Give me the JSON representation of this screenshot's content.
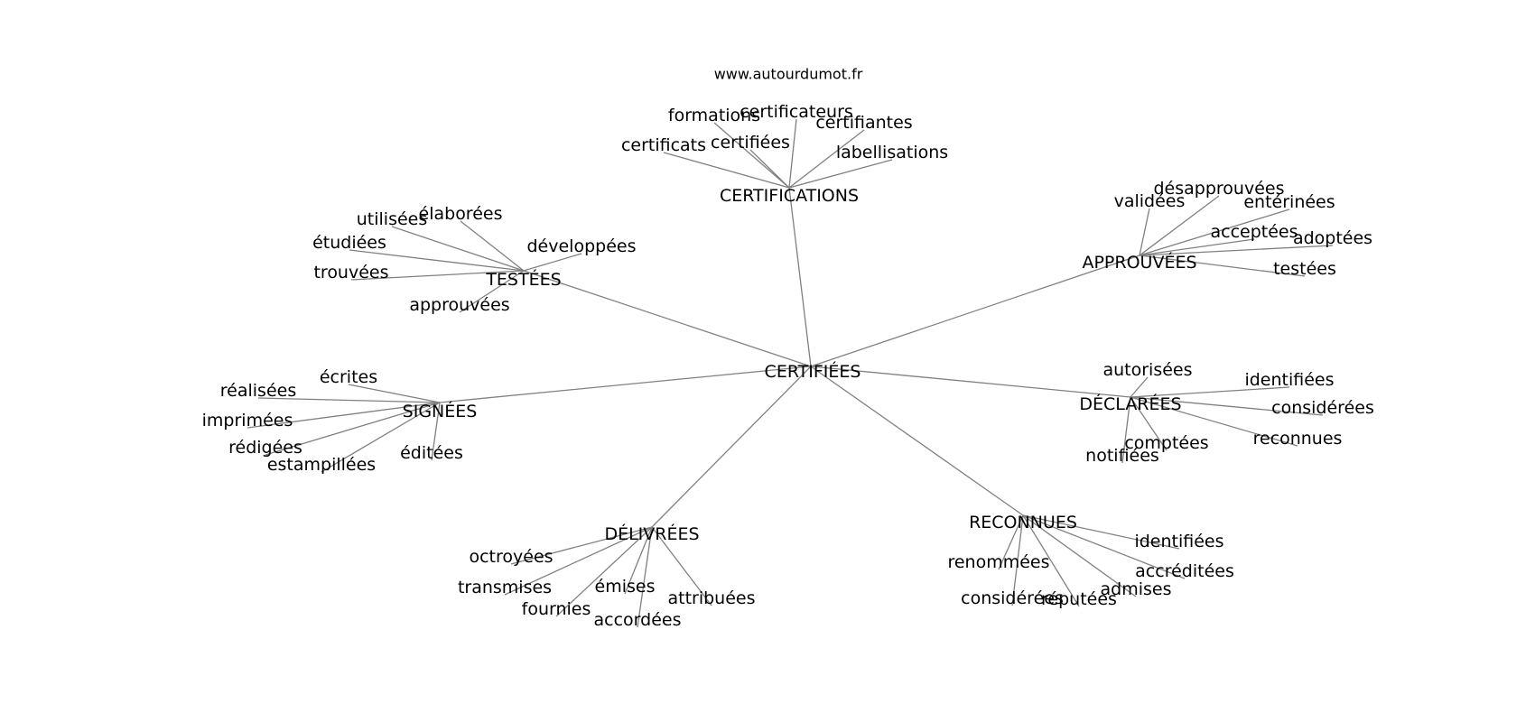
{
  "source": "www.autourdumot.fr",
  "colors": {
    "edge": "#808080",
    "text": "#000000",
    "background": "#ffffff"
  },
  "graph": {
    "center": "CERTIFIÉES",
    "clusters": [
      {
        "label": "CERTIFICATIONS",
        "words": [
          "formations",
          "certificateurs",
          "certifiantes",
          "certificats",
          "certifiées",
          "labellisations"
        ]
      },
      {
        "label": "TESTÉES",
        "words": [
          "utilisées",
          "élaborées",
          "étudiées",
          "développées",
          "trouvées",
          "approuvées"
        ]
      },
      {
        "label": "APPROUVÉES",
        "words": [
          "désapprouvées",
          "validées",
          "entérinées",
          "acceptées",
          "adoptées",
          "testées"
        ]
      },
      {
        "label": "SIGNÉES",
        "words": [
          "écrites",
          "réalisées",
          "imprimées",
          "rédigées",
          "estampillées",
          "éditées"
        ]
      },
      {
        "label": "DÉCLARÉES",
        "words": [
          "autorisées",
          "identifiées",
          "considérées",
          "reconnues",
          "comptées",
          "notifiées"
        ]
      },
      {
        "label": "DÉLIVRÉES",
        "words": [
          "octroyées",
          "transmises",
          "émises",
          "attribuées",
          "fournies",
          "accordées"
        ]
      },
      {
        "label": "RECONNUES",
        "words": [
          "identifiées",
          "renommées",
          "accréditées",
          "admises",
          "considérées",
          "réputées"
        ]
      }
    ]
  }
}
